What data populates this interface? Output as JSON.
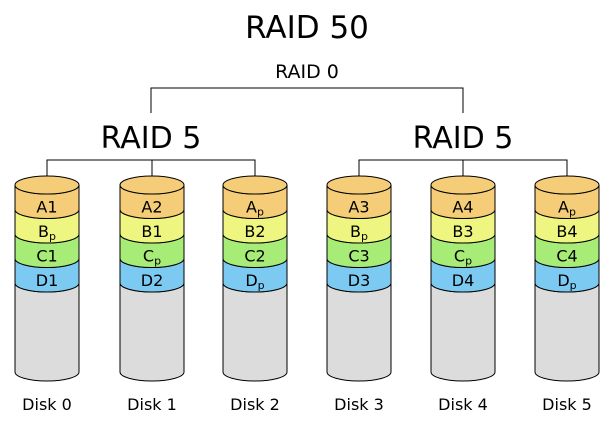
{
  "title": "RAID 50",
  "stripe_label": "RAID 0",
  "groups": [
    {
      "label": "RAID 5",
      "disks": [
        0,
        1,
        2
      ]
    },
    {
      "label": "RAID 5",
      "disks": [
        3,
        4,
        5
      ]
    }
  ],
  "disks": [
    {
      "label": "Disk 0",
      "blocks": [
        {
          "base": "A",
          "sub": "1"
        },
        {
          "base": "B",
          "sub": "p"
        },
        {
          "base": "C",
          "sub": "1"
        },
        {
          "base": "D",
          "sub": "1"
        }
      ]
    },
    {
      "label": "Disk 1",
      "blocks": [
        {
          "base": "A",
          "sub": "2"
        },
        {
          "base": "B",
          "sub": "1"
        },
        {
          "base": "C",
          "sub": "p"
        },
        {
          "base": "D",
          "sub": "2"
        }
      ]
    },
    {
      "label": "Disk 2",
      "blocks": [
        {
          "base": "A",
          "sub": "p"
        },
        {
          "base": "B",
          "sub": "2"
        },
        {
          "base": "C",
          "sub": "2"
        },
        {
          "base": "D",
          "sub": "p"
        }
      ]
    },
    {
      "label": "Disk 3",
      "blocks": [
        {
          "base": "A",
          "sub": "3"
        },
        {
          "base": "B",
          "sub": "p"
        },
        {
          "base": "C",
          "sub": "3"
        },
        {
          "base": "D",
          "sub": "3"
        }
      ]
    },
    {
      "label": "Disk 4",
      "blocks": [
        {
          "base": "A",
          "sub": "4"
        },
        {
          "base": "B",
          "sub": "3"
        },
        {
          "base": "C",
          "sub": "p"
        },
        {
          "base": "D",
          "sub": "4"
        }
      ]
    },
    {
      "label": "Disk 5",
      "blocks": [
        {
          "base": "A",
          "sub": "p"
        },
        {
          "base": "B",
          "sub": "4"
        },
        {
          "base": "C",
          "sub": "4"
        },
        {
          "base": "D",
          "sub": "p"
        }
      ]
    }
  ],
  "colors": {
    "A": "#f5cd78",
    "B": "#eef580",
    "C": "#a8ec78",
    "D": "#7ccaf2",
    "empty": "#dcdcdc",
    "stroke": "#000000"
  }
}
